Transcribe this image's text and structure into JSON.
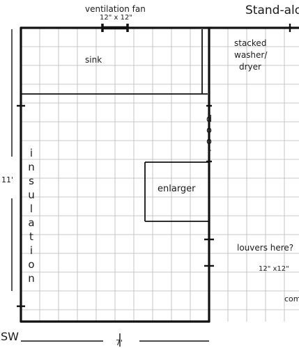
{
  "labels": {
    "title": "Stand-alo",
    "fan": "ventilation fan",
    "fan_size": "12\" x 12\"",
    "stacked": "stacked",
    "washer": "washer/",
    "dryer": "dryer",
    "sink": "sink",
    "door_letters": [
      "d",
      "o",
      "o",
      "r"
    ],
    "enlarger": "enlarger",
    "insulation_letters": [
      "i",
      "n",
      "s",
      "u",
      "l",
      "a",
      "t",
      "i",
      "o",
      "n"
    ],
    "height_dim": "11'",
    "louvers": "louvers here?",
    "louvers_size": "12\" x12\"",
    "partial": "com",
    "corner": "SW",
    "width_dim": "7'"
  }
}
